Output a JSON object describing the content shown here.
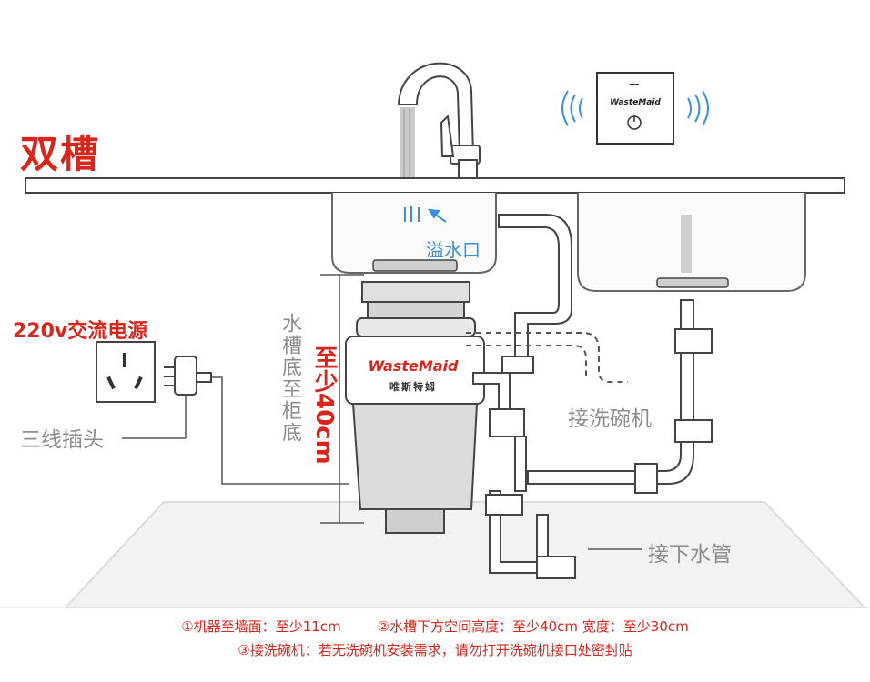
{
  "title": "双槽",
  "power_label": "220v交流电源",
  "plug_label": "三线插头",
  "overflow_label": "溢水口",
  "height_label": "水槽底至柜底",
  "min_height_label": "至少40cm",
  "dishwasher_label": "接洗碗机",
  "drain_label": "接下水管",
  "brand": "WasteMaid",
  "brand_cn": "唯斯特姆",
  "notes": {
    "note1": "①机器至墙面：至少11cm",
    "note2": "②水槽下方空间高度：至少40cm  宽度：至少30cm",
    "note3": "③接洗碗机：若无洗碗机安装需求，请勿打开洗碗机接口处密封贴"
  },
  "colors": {
    "accent_red": "#d9251c",
    "overflow_blue": "#3a8fd8",
    "line_gray": "#555555",
    "label_gray": "#8c8c8c"
  },
  "icons": [
    "faucet-icon",
    "wireless-switch-icon",
    "power-socket-icon",
    "plug-icon"
  ]
}
